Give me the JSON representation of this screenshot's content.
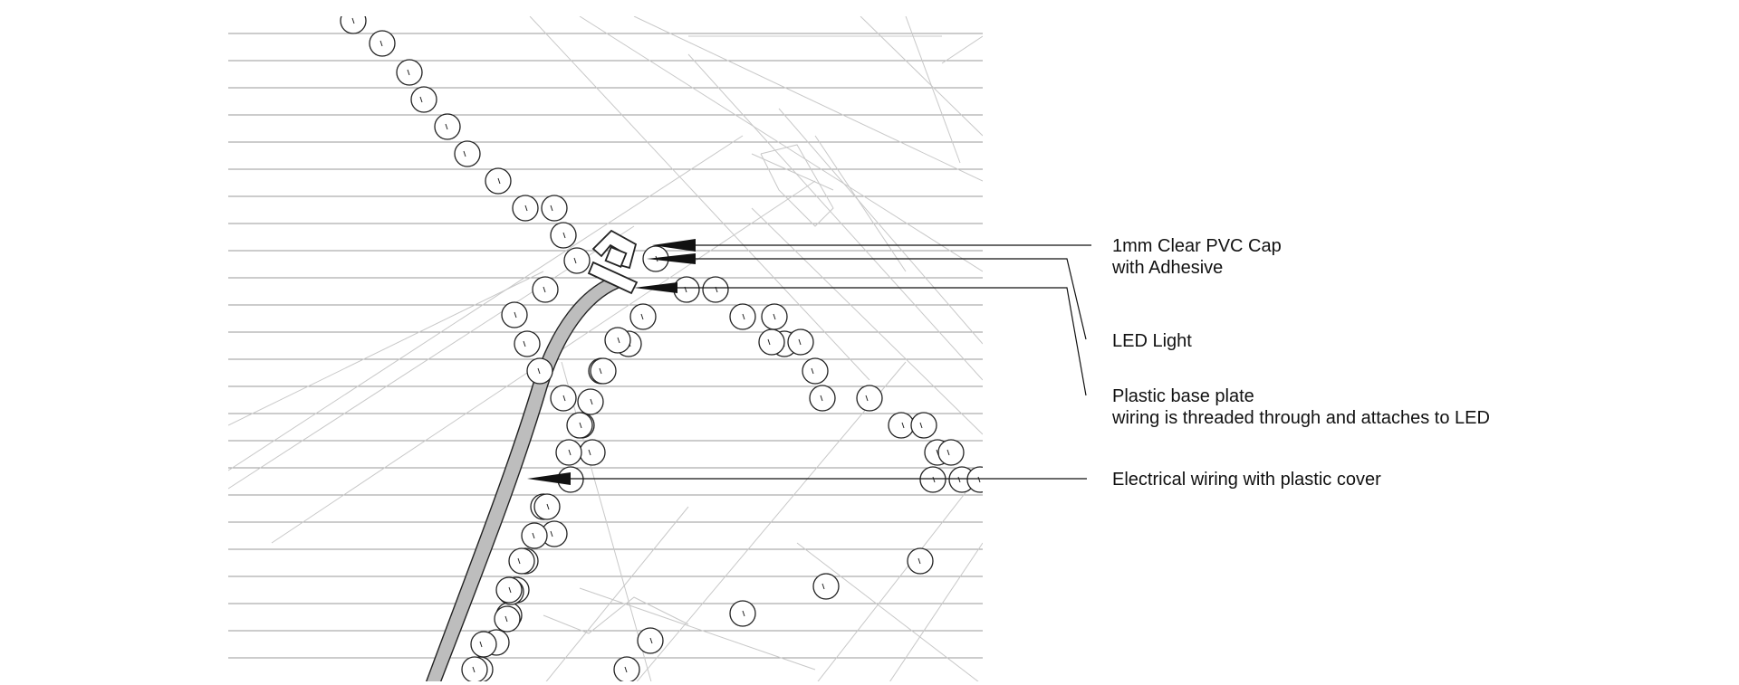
{
  "diagram": {
    "labels": {
      "pvc_cap_line1": "1mm Clear PVC Cap",
      "pvc_cap_line2": "with Adhesive",
      "led_light": "LED Light",
      "base_plate_line1": "Plastic base plate",
      "base_plate_line2": "wiring is threaded through and attaches to LED",
      "wiring": "Electrical wiring with plastic cover"
    },
    "colors": {
      "text": "#111111",
      "hatch": "#9a9a9a",
      "faint_lines": "#c8c8c8",
      "wire_fill": "#bdbdbd",
      "outline": "#222222"
    }
  }
}
